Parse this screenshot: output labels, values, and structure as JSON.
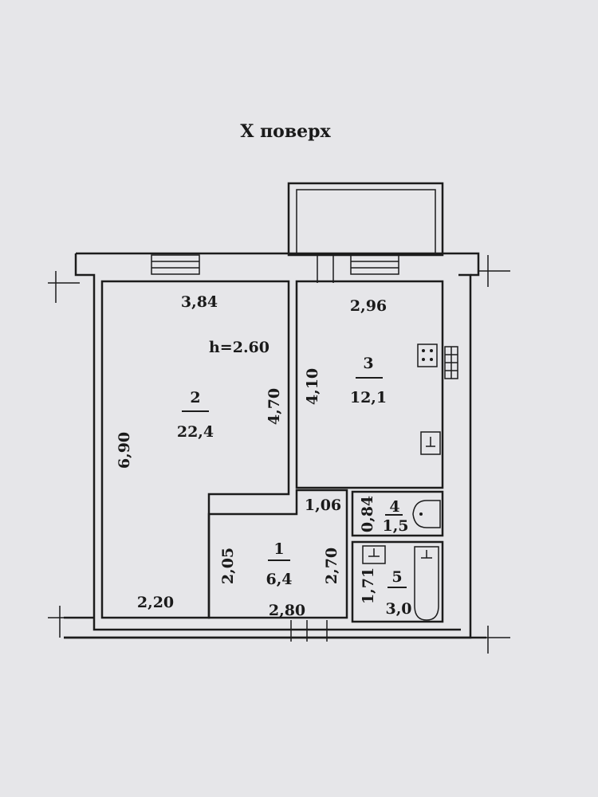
{
  "title": "X поверх",
  "ceiling_height": "h=2.60",
  "rooms": [
    {
      "number": "1",
      "area": "6,4"
    },
    {
      "number": "2",
      "area": "22,4"
    },
    {
      "number": "3",
      "area": "12,1"
    },
    {
      "number": "4",
      "area": "1,5"
    },
    {
      "number": "5",
      "area": "3,0"
    }
  ],
  "dimensions": {
    "room2_top": "3,84",
    "room2_left": "6,90",
    "room2_right": "4,70",
    "room2_bottom": "2,20",
    "room3_top": "2,96",
    "room3_left": "4,10",
    "room1_top": "1,06",
    "room1_left": "2,05",
    "room1_right": "2,70",
    "room1_bottom": "2,80",
    "room4_height": "0,84",
    "room5_height": "1,71"
  }
}
